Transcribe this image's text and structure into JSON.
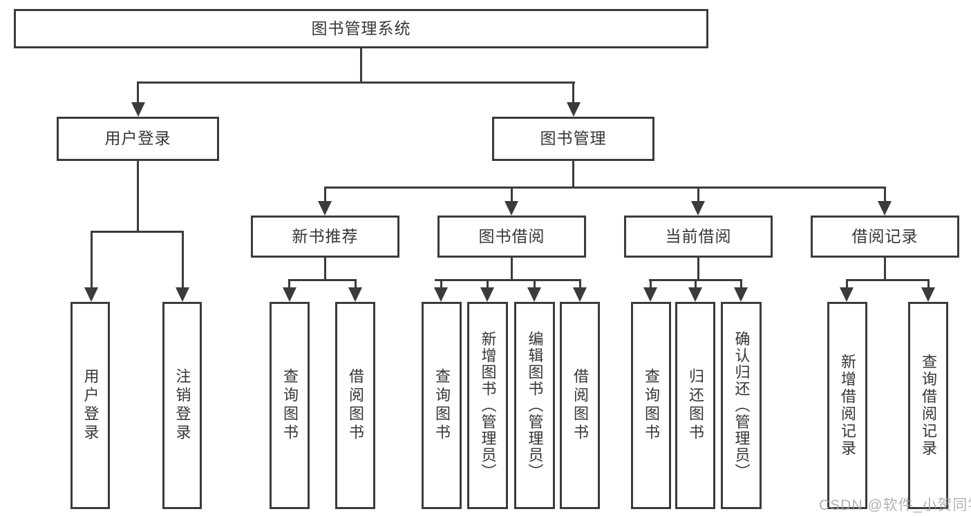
{
  "diagram": {
    "type": "tree",
    "root": {
      "label": "图书管理系统"
    },
    "level2": [
      {
        "label": "用户登录"
      },
      {
        "label": "图书管理"
      }
    ],
    "level3": [
      {
        "label": "新书推荐"
      },
      {
        "label": "图书借阅"
      },
      {
        "label": "当前借阅"
      },
      {
        "label": "借阅记录"
      }
    ],
    "leaves": {
      "user_login": [
        {
          "label": "用户登录"
        },
        {
          "label": "注销登录"
        }
      ],
      "new_book_recommend": [
        {
          "label": "查询图书"
        },
        {
          "label": "借阅图书"
        }
      ],
      "book_borrow": [
        {
          "label": "查询图书"
        },
        {
          "label": "新增图书（管理员）"
        },
        {
          "label": "编辑图书（管理员）"
        },
        {
          "label": "借阅图书"
        }
      ],
      "current_borrow": [
        {
          "label": "查询图书"
        },
        {
          "label": "归还图书"
        },
        {
          "label": "确认归还（管理员）"
        }
      ],
      "borrow_records": [
        {
          "label": "新增借阅记录"
        },
        {
          "label": "查询借阅记录"
        }
      ]
    },
    "watermark": "CSDN @软件_小贺同学",
    "colors": {
      "line": "#3b3b3b",
      "text": "#363636",
      "watermark": "#a4a4a4",
      "background": "#ffffff"
    }
  }
}
